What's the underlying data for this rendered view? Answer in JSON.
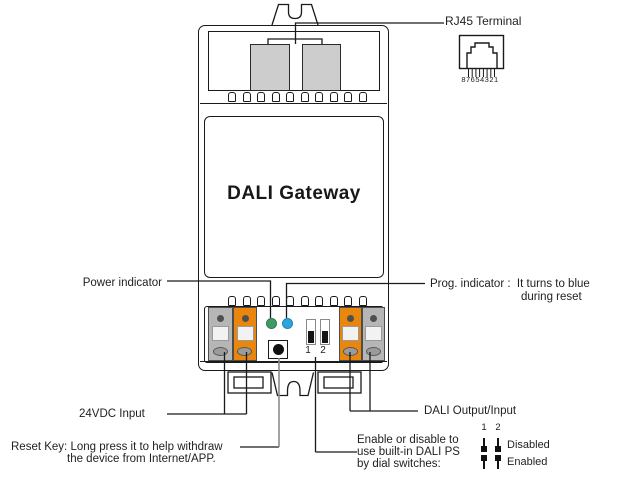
{
  "device": {
    "title": "DALI Gateway",
    "dip1": "1",
    "dip2": "2"
  },
  "labels": {
    "rj45": "RJ45 Terminal",
    "rj45_pins": "87654321",
    "power": "Power indicator",
    "prog_line1": "Prog. indicator :  It turns to blue",
    "prog_line2": "during reset",
    "vdc": "24VDC Input",
    "reset_line1": "Reset Key: Long press it to help withdraw",
    "reset_line2": "the device from Internet/APP.",
    "dali": "DALI Output/Input",
    "enable_line1": "Enable or disable to",
    "enable_line2": "use built-in DALI PS",
    "enable_line3": "by dial switches:"
  },
  "legend": {
    "col1": "1",
    "col2": "2",
    "disabled": "Disabled",
    "enabled": "Enabled"
  },
  "colors": {
    "terminal_orange": "#e8860e",
    "terminal_gray": "#b6b6b6",
    "power_led_green": "#3f9b65",
    "prog_led_blue": "#29a7db",
    "line_black": "#1a1a1a"
  }
}
